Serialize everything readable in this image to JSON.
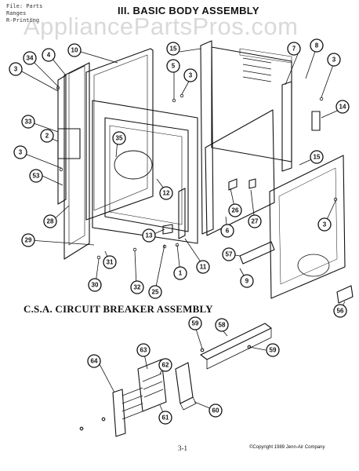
{
  "header": {
    "file_line": "File: Parts",
    "ranges_line": "Ranges",
    "third_line": "R-Printing"
  },
  "title": "III. BASIC BODY ASSEMBLY",
  "watermark": "AppliancePartsPros.com",
  "subtitle": "C.S.A. CIRCUIT BREAKER ASSEMBLY",
  "page_number": "3-1",
  "copyright": "©Copyright 1989 Jenn-Air Company",
  "callouts": {
    "c34": "34",
    "c4": "4",
    "c10": "10",
    "c3a": "3",
    "c15a": "15",
    "c5": "5",
    "c3b": "3",
    "c7": "7",
    "c8": "8",
    "c3c": "3",
    "c14": "14",
    "c33": "33",
    "c2": "2",
    "c35": "35",
    "c3d": "3",
    "c53": "53",
    "c12": "12",
    "c26": "26",
    "c27": "27",
    "c15b": "15",
    "c28": "28",
    "c6": "6",
    "c3e": "3",
    "c29": "29",
    "c13": "13",
    "c57": "57",
    "c31": "31",
    "c11": "11",
    "c1": "1",
    "c9": "9",
    "c30": "30",
    "c32": "32",
    "c25": "25",
    "c56": "56",
    "c59a": "59",
    "c58": "58",
    "c63": "63",
    "c59b": "59",
    "c64": "64",
    "c62": "62",
    "c60": "60",
    "c61": "61"
  }
}
